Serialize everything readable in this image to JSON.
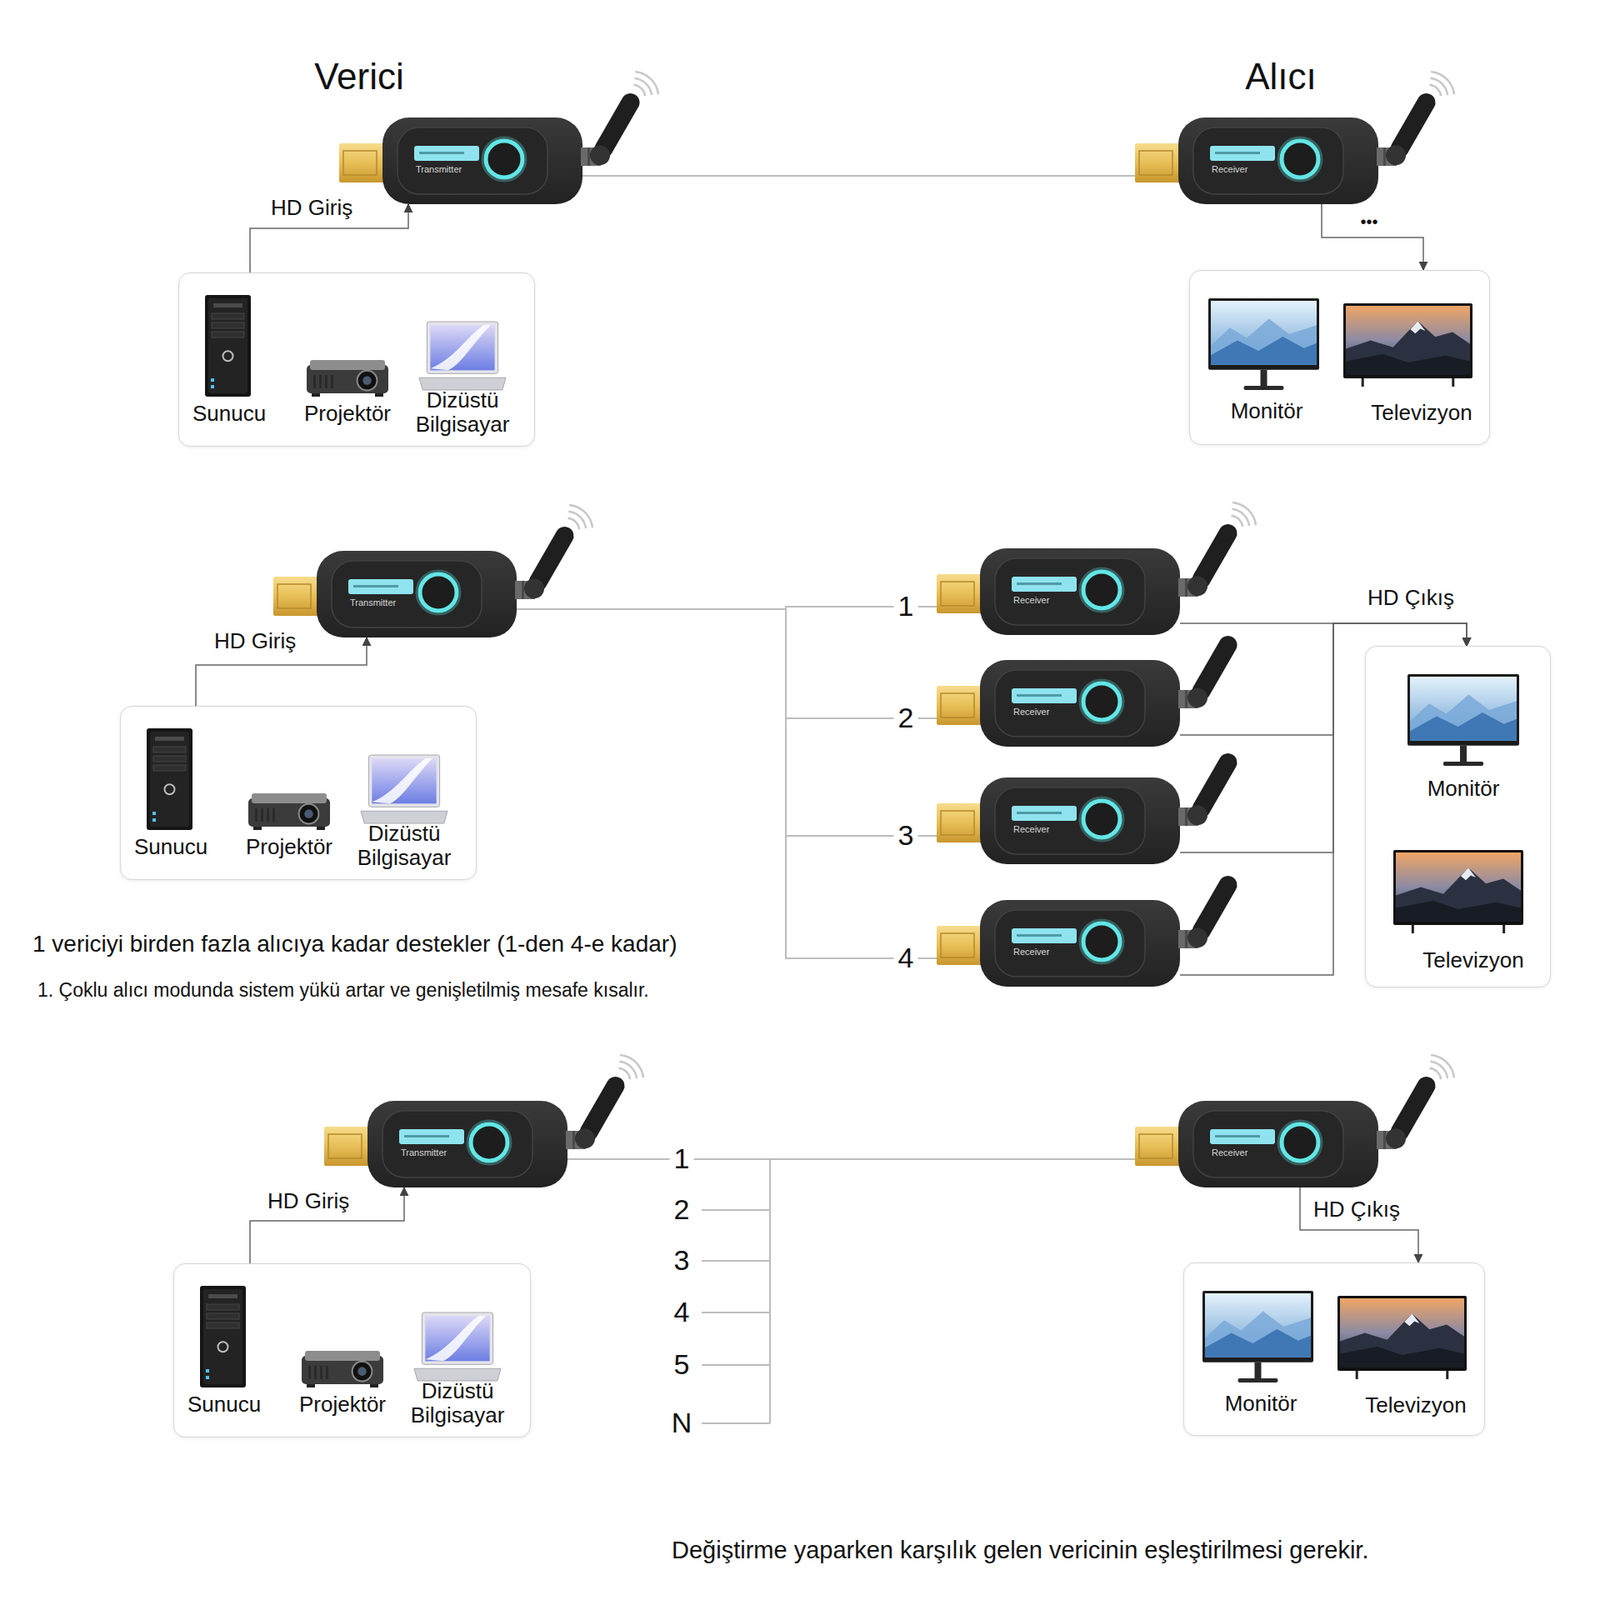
{
  "diagram": {
    "nodes": [
      {
        "text": [
          "Transmitter"
        ]
      },
      {
        "text": [
          "Receiver"
        ]
      },
      {
        "text": [
          "Sunucu",
          "Projektör",
          "Dizüstü Bilgisayar"
        ]
      },
      {
        "text": [
          "Monitör",
          "Televizyon"
        ]
      },
      {
        "text": [
          "Transmitter"
        ]
      },
      {
        "text": [
          "Receiver"
        ]
      },
      {
        "text": [
          "Receiver"
        ]
      },
      {
        "text": [
          "Receiver"
        ]
      },
      {
        "text": [
          "Receiver"
        ]
      },
      {
        "text": [
          "Sunucu",
          "Projektör",
          "Dizüstü Bilgisayar"
        ]
      },
      {
        "text": [
          "Monitör",
          "Televizyon"
        ]
      },
      {
        "text": [
          "Transmitter"
        ]
      },
      {
        "text": [
          "Receiver"
        ]
      },
      {
        "text": [
          "Sunucu",
          "Projektör",
          "Dizüstü Bilgisayar"
        ]
      },
      {
        "text": [
          "Monitör",
          "Televizyon"
        ]
      }
    ],
    "edges": [
      {
        "from": 2,
        "to": 0,
        "arrow": "to",
        "label": "HD Giriş"
      },
      {
        "from": 0,
        "to": 1,
        "arrow": "none"
      },
      {
        "from": 1,
        "to": 3,
        "arrow": "to",
        "label": "•••"
      },
      {
        "from": 9,
        "to": 4,
        "arrow": "to",
        "label": "HD Giriş"
      },
      {
        "from": 4,
        "to": 5,
        "arrow": "none"
      },
      {
        "from": 4,
        "to": 6,
        "arrow": "none"
      },
      {
        "from": 4,
        "to": 7,
        "arrow": "none"
      },
      {
        "from": 4,
        "to": 8,
        "arrow": "none"
      },
      {
        "from": 5,
        "to": 10,
        "arrow": "to",
        "label": "HD Çıkış"
      },
      {
        "from": 6,
        "to": 10,
        "arrow": "to"
      },
      {
        "from": 7,
        "to": 10,
        "arrow": "to"
      },
      {
        "from": 8,
        "to": 10,
        "arrow": "to"
      },
      {
        "from": 13,
        "to": 11,
        "arrow": "to",
        "label": "HD Giriş"
      },
      {
        "from": 11,
        "to": 12,
        "arrow": "none"
      },
      {
        "from": 12,
        "to": 14,
        "arrow": "to",
        "label": "HD Çıkış"
      }
    ],
    "labels": [
      "Verici",
      "Alıcı",
      "1",
      "2",
      "3",
      "4",
      "1 vericiyi birden fazla alıcıya kadar destekler (1-den 4-e kadar)",
      "1. Çoklu alıcı modunda sistem yükü artar ve genişletilmiş mesafe kısalır.",
      "1",
      "2",
      "3",
      "4",
      "5",
      "N",
      "Değiştirme yaparken karşılık gelen vericinin eşleştirilmesi gerekir."
    ]
  }
}
